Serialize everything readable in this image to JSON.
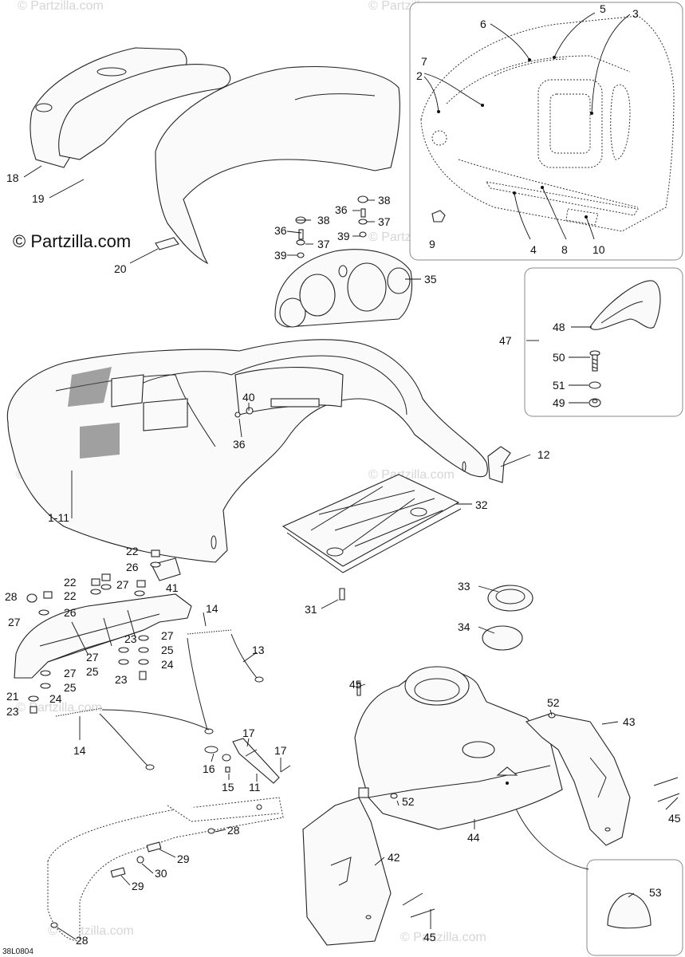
{
  "diagram": {
    "drawing_code": "38L0804",
    "brand_watermark": "© Partzilla.com",
    "callouts": {
      "c1_11": "1-11",
      "c2": "2",
      "c3": "3",
      "c4": "4",
      "c5": "5",
      "c6": "6",
      "c7": "7",
      "c8": "8",
      "c9": "9",
      "c10": "10",
      "c11": "11",
      "c12": "12",
      "c13": "13",
      "c14a": "14",
      "c14b": "14",
      "c15": "15",
      "c16": "16",
      "c17a": "17",
      "c17b": "17",
      "c18": "18",
      "c19": "19",
      "c20": "20",
      "c21": "21",
      "c22a": "22",
      "c22b": "22",
      "c22c": "22",
      "c23a": "23",
      "c23b": "23",
      "c23c": "23",
      "c24a": "24",
      "c24b": "24",
      "c25a": "25",
      "c25b": "25",
      "c25c": "25",
      "c26a": "26",
      "c26b": "26",
      "c27a": "27",
      "c27b": "27",
      "c27c": "27",
      "c27d": "27",
      "c27e": "27",
      "c28a": "28",
      "c28b": "28",
      "c28c": "28",
      "c29a": "29",
      "c29b": "29",
      "c30": "30",
      "c31": "31",
      "c32": "32",
      "c33": "33",
      "c34": "34",
      "c35": "35",
      "c36a": "36",
      "c36b": "36",
      "c36c": "36",
      "c37a": "37",
      "c37b": "37",
      "c38a": "38",
      "c38b": "38",
      "c39a": "39",
      "c39b": "39",
      "c40": "40",
      "c41": "41",
      "c42": "42",
      "c43": "43",
      "c44": "44",
      "c45a": "45",
      "c45b": "45",
      "c45c": "45",
      "c47": "47",
      "c48": "48",
      "c49": "49",
      "c50": "50",
      "c51": "51",
      "c52a": "52",
      "c52b": "52",
      "c53": "53"
    }
  }
}
